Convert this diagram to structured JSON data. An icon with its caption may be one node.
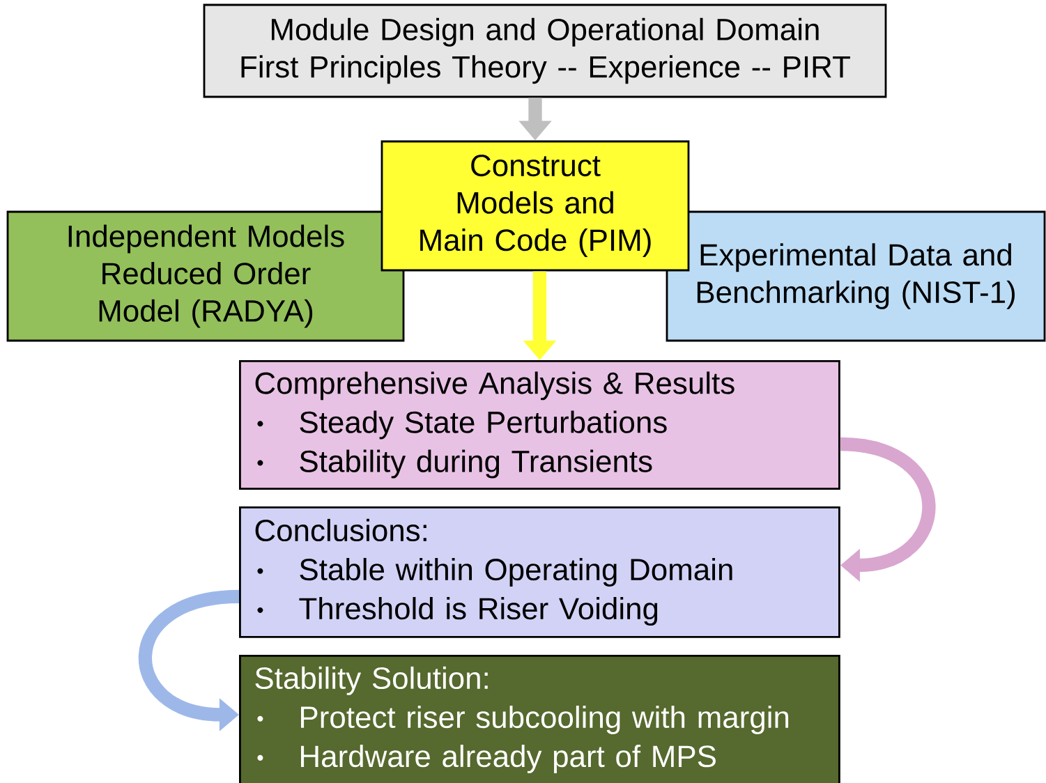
{
  "diagram": {
    "nodes": [
      {
        "text": [
          "Module Design and Operational Domain",
          "First Principles Theory -- Experience -- PIRT"
        ]
      },
      {
        "text": [
          "Construct Models and Main Code (PIM)"
        ]
      },
      {
        "text": [
          "Independent Models Reduced Order Model (RADYA)"
        ]
      },
      {
        "text": [
          "Experimental Data and Benchmarking (NIST-1)"
        ]
      },
      {
        "text": [
          "Comprehensive Analysis & Results",
          "Steady State Perturbations",
          "Stability during Transients"
        ]
      },
      {
        "text": [
          "Conclusions:",
          "Stable within Operating Domain",
          "Threshold is Riser Voiding"
        ]
      },
      {
        "text": [
          "Stability Solution:",
          "Protect riser subcooling with margin",
          "Hardware already part of MPS"
        ]
      }
    ],
    "edges": [
      {
        "from": 0,
        "to": 1,
        "arrow": "to",
        "color": "#bfbfbf"
      },
      {
        "from": 1,
        "to": 4,
        "arrow": "to",
        "color": "#ffff33"
      },
      {
        "from": 4,
        "to": 5,
        "arrow": "to",
        "color": "#d9a6d0"
      },
      {
        "from": 5,
        "to": 6,
        "arrow": "to",
        "color": "#9db8e8"
      }
    ]
  }
}
